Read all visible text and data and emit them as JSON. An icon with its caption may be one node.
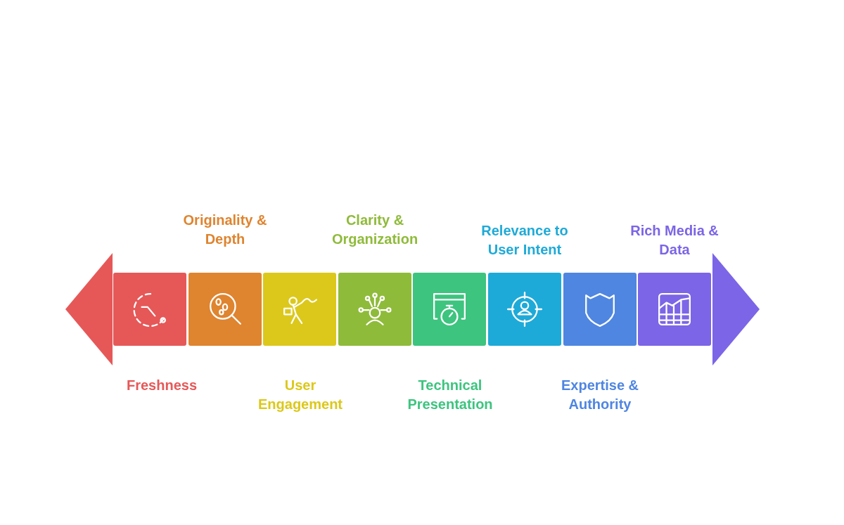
{
  "diagram": {
    "nodes": [
      {
        "text": [
          "Freshness"
        ]
      },
      {
        "text": [
          "Originality & Depth"
        ]
      },
      {
        "text": [
          "User Engagement"
        ]
      },
      {
        "text": [
          "Clarity & Organization"
        ]
      },
      {
        "text": [
          "Technical Presentation"
        ]
      },
      {
        "text": [
          "Relevance to User Intent"
        ]
      },
      {
        "text": [
          "Expertise & Authority"
        ]
      },
      {
        "text": [
          "Rich Media & Data"
        ]
      }
    ]
  }
}
